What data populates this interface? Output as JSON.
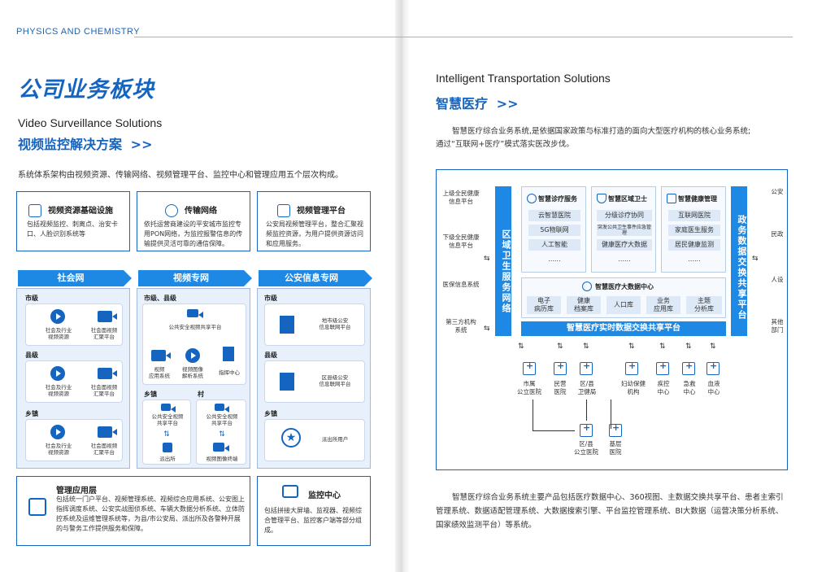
{
  "header": {
    "label": "PHYSICS AND CHEMISTRY"
  },
  "left": {
    "title": "公司业务板块",
    "en_title": "Video Surveillance Solutions",
    "cn_title": "视频监控解决方案",
    "desc": "系统体系架构由视频资源、传输网络、视频管理平台、监控中心和管理应用五个层次构成。",
    "cards": [
      {
        "title": "视频资源基础设施",
        "text": "包括视频监控、刺离点、治安卡口、人脸识别系统等"
      },
      {
        "title": "传输网络",
        "text": "依托运营商建设的平安城市监控专用PON网络，为监控报警信息的传输提供灵活可靠的通信保障。"
      },
      {
        "title": "视频管理平台",
        "text": "公安局视频管理平台，整合汇聚视频监控资源，为用户提供资源访问和应用服务。"
      }
    ],
    "banners": [
      "社会网",
      "视频专网",
      "公安信息专网"
    ],
    "social": {
      "levels": [
        "市级",
        "县级",
        "乡镇"
      ],
      "item_a": "社会及行业\n视频资源",
      "item_b": "社会面视频\n汇聚平台"
    },
    "video": {
      "level_top": "市级、县级",
      "platform": "公共安全视频共享平台",
      "app": "视频\n应用系统",
      "parse": "视频图像\n解析系统",
      "command": "指挥中心",
      "town": "乡镇",
      "village": "村",
      "share": "公共安全视频\n共享平台",
      "police": "派出所",
      "terminal": "视频图像终端"
    },
    "police": {
      "levels": [
        "市级",
        "县级",
        "乡镇"
      ],
      "city": "地市级公安\n信息联网平台",
      "county": "区县级公安\n信息联网平台",
      "station": "派出所用户"
    },
    "mgmt": {
      "title": "管理应用层",
      "text": "包括统一门户平台、视频管理系统、视频综合应用系统、公安图上指挥调度系统、公安实战图侦系统、车辆大数据分析系统、立体防控系统及运维管理系统等，为县/市公安局、派出所及各警种开展的与警务工作提供服务和保障。"
    },
    "monitor": {
      "title": "监控中心",
      "text": "包括拼接大屏墙、监视器、视频综合管理平台、监控客户端等部分组成。"
    }
  },
  "right": {
    "en_title": "Intelligent Transportation Solutions",
    "cn_title": "智慧医疗",
    "desc1": "智慧医疗综合业务系统,是依据国家政策与标准打造的面向大型医疗机构的核心业务系统;",
    "desc2": "通过“互联网+医疗”模式落实医改步伐。",
    "left_labels": [
      "上级全民健康\n信息平台",
      "下级全民健康\n信息平台",
      "医保信息系统",
      "第三方机构\n系统"
    ],
    "left_bar": "区域卫生服务网络",
    "right_bar": "政务数据交换共享平台",
    "right_labels": [
      "公安",
      "民政",
      "人设",
      "其他\n部门"
    ],
    "modules": [
      {
        "title": "智慧诊疗服务",
        "items": [
          "云智慧医院",
          "5G物联网",
          "人工智能",
          "......"
        ]
      },
      {
        "title": "智慧区域卫士",
        "items": [
          "分级诊疗协同",
          "突发公共卫生事件应急管理",
          "健康医疗大数据",
          "......"
        ]
      },
      {
        "title": "智慧健康管理",
        "items": [
          "互联网医院",
          "家庭医生服务",
          "居民健康监测",
          "......"
        ]
      }
    ],
    "bigdata": {
      "title": "智慧医疗大数据中心",
      "items": [
        "电子\n病历库",
        "健康\n档案库",
        "人口库",
        "业务\n应用库",
        "主题\n分析库"
      ]
    },
    "exchange": "智慧医疗实时数据交换共享平台",
    "bottom": [
      "市属\n公立医院",
      "民营\n医院",
      "区/县\n卫健局",
      "妇幼保健\n机构",
      "疾控\n中心",
      "急救\n中心",
      "血液\n中心"
    ],
    "lower": [
      "区/县\n公立医院",
      "基层\n医院"
    ],
    "summary": "智慧医疗综合业务系统主要产品包括医疗数据中心、360视图、主数据交换共享平台、患者主索引管理系统、数据适配管理系统、大数据搜索引擎、平台监控管理系统、BI大数据（运营决策分析系统、国家绩效监测平台）等系统。"
  }
}
